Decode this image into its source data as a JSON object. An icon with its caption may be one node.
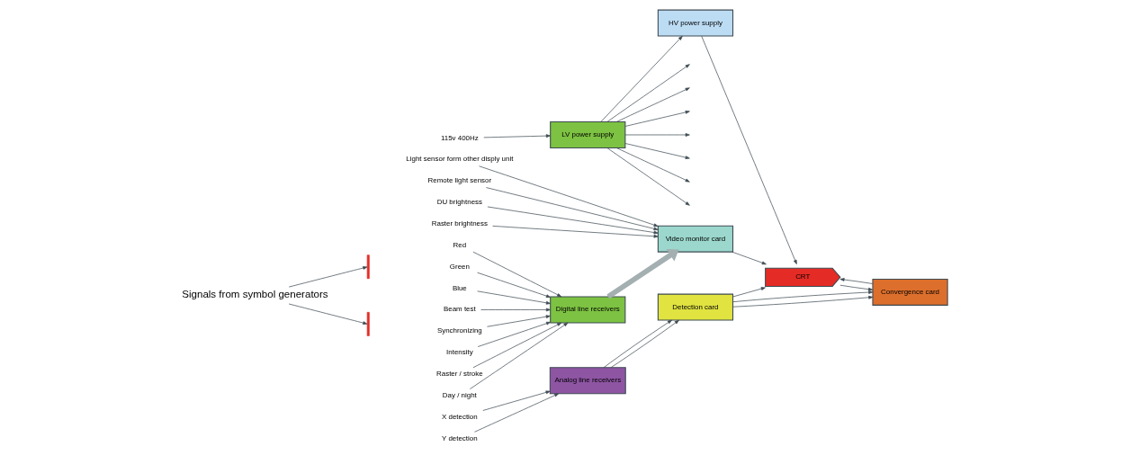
{
  "diagram": {
    "nodes": [
      {
        "text": [
          "115v 400Hz"
        ]
      },
      {
        "text": [
          "LV power supply"
        ]
      },
      {
        "text": [
          "HV power supply"
        ]
      },
      {
        "text": [
          "Light sensor form other disply unit"
        ]
      },
      {
        "text": [
          "Remote light sensor"
        ]
      },
      {
        "text": [
          "DU brightness"
        ]
      },
      {
        "text": [
          "Raster brightness"
        ]
      },
      {
        "text": [
          "Signals from symbol generators"
        ]
      },
      {
        "text": [
          "Red"
        ]
      },
      {
        "text": [
          "Green"
        ]
      },
      {
        "text": [
          "Blue"
        ]
      },
      {
        "text": [
          "Beam test"
        ]
      },
      {
        "text": [
          "Synchronizing"
        ]
      },
      {
        "text": [
          "Intensity"
        ]
      },
      {
        "text": [
          "Raster / stroke"
        ]
      },
      {
        "text": [
          "Day / night"
        ]
      },
      {
        "text": [
          "X detection"
        ]
      },
      {
        "text": [
          "Y detection"
        ]
      },
      {
        "text": [
          "Digital line receivers"
        ]
      },
      {
        "text": [
          "Video monitor card"
        ]
      },
      {
        "text": [
          "CRT"
        ]
      },
      {
        "text": [
          "Analog line receivers"
        ]
      },
      {
        "text": [
          "Detection card"
        ]
      },
      {
        "text": [
          "Convergence card"
        ]
      },
      {
        "text": [],
        "shape": "bar"
      },
      {
        "text": [],
        "shape": "bar"
      }
    ],
    "edges": [
      {
        "from": 0,
        "to": 1,
        "arrow": "to"
      },
      {
        "from": 1,
        "to": 2,
        "arrow": "to"
      },
      {
        "from": 1,
        "to": null,
        "arrow": "to"
      },
      {
        "from": 1,
        "to": null,
        "arrow": "to"
      },
      {
        "from": 1,
        "to": null,
        "arrow": "to"
      },
      {
        "from": 1,
        "to": null,
        "arrow": "to"
      },
      {
        "from": 1,
        "to": null,
        "arrow": "to"
      },
      {
        "from": 1,
        "to": null,
        "arrow": "to"
      },
      {
        "from": 1,
        "to": null,
        "arrow": "to"
      },
      {
        "from": 2,
        "to": 20,
        "arrow": "to"
      },
      {
        "from": 3,
        "to": 19,
        "arrow": "to"
      },
      {
        "from": 4,
        "to": 19,
        "arrow": "to"
      },
      {
        "from": 5,
        "to": 19,
        "arrow": "to"
      },
      {
        "from": 6,
        "to": 19,
        "arrow": "to"
      },
      {
        "from": 7,
        "to": 24,
        "arrow": "to"
      },
      {
        "from": 7,
        "to": 25,
        "arrow": "to"
      },
      {
        "from": 8,
        "to": 18,
        "arrow": "to"
      },
      {
        "from": 9,
        "to": 18,
        "arrow": "to"
      },
      {
        "from": 10,
        "to": 18,
        "arrow": "to"
      },
      {
        "from": 11,
        "to": 18,
        "arrow": "to"
      },
      {
        "from": 12,
        "to": 18,
        "arrow": "to"
      },
      {
        "from": 13,
        "to": 18,
        "arrow": "to"
      },
      {
        "from": 14,
        "to": 18,
        "arrow": "to"
      },
      {
        "from": 15,
        "to": 18,
        "arrow": "to"
      },
      {
        "from": 16,
        "to": 21,
        "arrow": "to"
      },
      {
        "from": 17,
        "to": 21,
        "arrow": "to"
      },
      {
        "from": 18,
        "to": 19,
        "arrow": "to",
        "style": "thick",
        "color": "#a3afb0"
      },
      {
        "from": 19,
        "to": 20,
        "arrow": "to"
      },
      {
        "from": 21,
        "to": 22,
        "arrow": "to"
      },
      {
        "from": 21,
        "to": 22,
        "arrow": "to"
      },
      {
        "from": 22,
        "to": 20,
        "arrow": "to"
      },
      {
        "from": 22,
        "to": 23,
        "arrow": "to"
      },
      {
        "from": 22,
        "to": 23,
        "arrow": "to"
      },
      {
        "from": 20,
        "to": 23,
        "arrow": "to"
      },
      {
        "from": 23,
        "to": 20,
        "arrow": "to"
      }
    ]
  }
}
